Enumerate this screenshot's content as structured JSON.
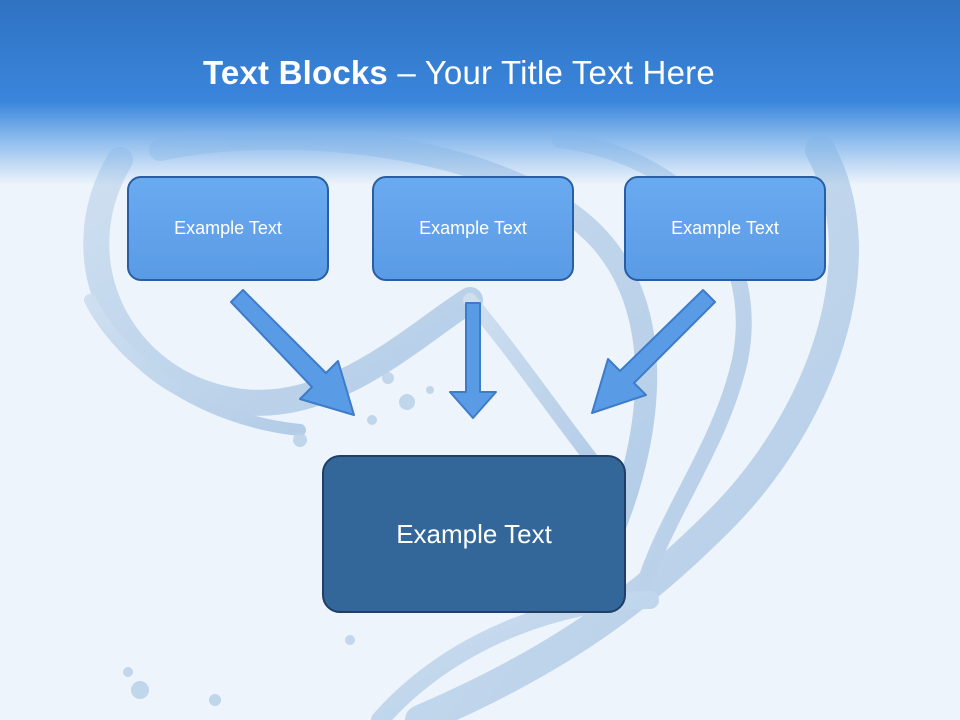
{
  "slide": {
    "title_bold": "Text Blocks",
    "title_separator": "–",
    "title_rest": "Your Title Text Here"
  },
  "blocks": [
    {
      "label": "Example Text"
    },
    {
      "label": "Example Text"
    },
    {
      "label": "Example Text"
    }
  ],
  "main_block": {
    "label": "Example Text"
  },
  "colors": {
    "header_blue": "#3a86dc",
    "block_fill": "#5a9be6",
    "block_border": "#2a5ea2",
    "main_block_fill": "#336699",
    "arrow_fill": "#5a9be6",
    "background": "#eef4fb"
  }
}
